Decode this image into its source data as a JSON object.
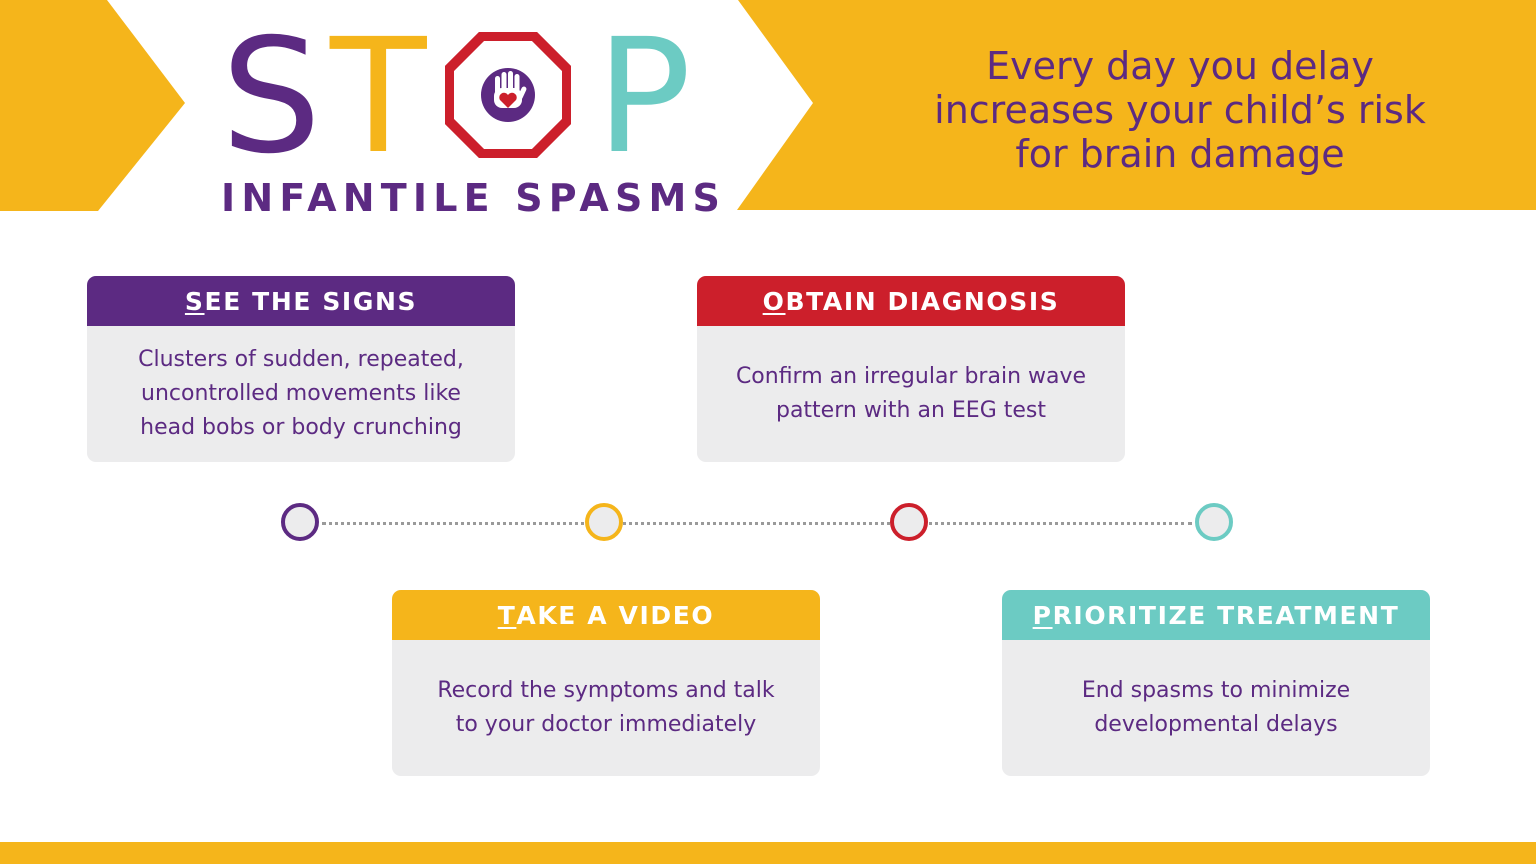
{
  "logo": {
    "letters": [
      "S",
      "T",
      "O",
      "P"
    ],
    "subtitle": "INFANTILE SPASMS",
    "icon": "stop-sign-hand-heart-icon"
  },
  "tagline": {
    "lines": [
      "Every day you delay",
      "increases your child’s risk",
      "for brain damage"
    ]
  },
  "steps": [
    {
      "first_letter": "S",
      "title_rest": "EE THE SIGNS",
      "body": [
        "Clusters of sudden, repeated,",
        "uncontrolled movements like",
        "head bobs or body crunching"
      ],
      "color": "#5c2a82"
    },
    {
      "first_letter": "T",
      "title_rest": "AKE A VIDEO",
      "body": [
        "Record the symptoms and talk",
        "to your doctor immediately"
      ],
      "color": "#f5b51b"
    },
    {
      "first_letter": "O",
      "title_rest": "BTAIN DIAGNOSIS",
      "body": [
        "Confirm an irregular brain wave",
        "pattern with an EEG test"
      ],
      "color": "#cc1f2b"
    },
    {
      "first_letter": "P",
      "title_rest": "RIORITIZE TREATMENT",
      "body": [
        "End spasms to minimize",
        "developmental delays"
      ],
      "color": "#6ccbc3"
    }
  ],
  "colors": {
    "purple": "#5c2a82",
    "yellow": "#f5b51b",
    "red": "#cc1f2b",
    "teal": "#6ccbc3",
    "card_bg": "#ececed"
  }
}
